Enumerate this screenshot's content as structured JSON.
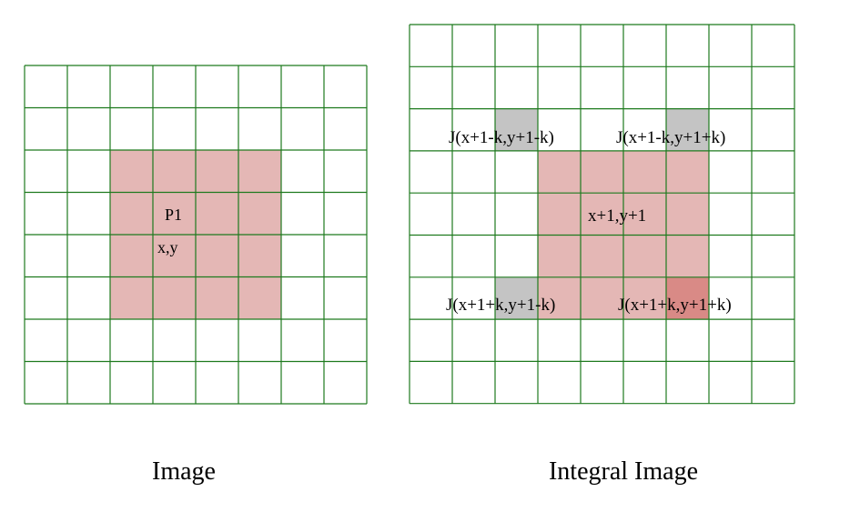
{
  "colors": {
    "grid": "#1e7a1e",
    "region": "#e4b7b5",
    "corner_gray": "#c4c4c4",
    "corner_red": "#d98a86",
    "background": "#ffffff"
  },
  "left_panel": {
    "caption": "Image",
    "rows": 8,
    "cols": 8,
    "region": {
      "row_start": 2,
      "row_end": 5,
      "col_start": 2,
      "col_end": 5
    },
    "point_label": "P1",
    "coord_label": "x,y"
  },
  "right_panel": {
    "caption": "Integral Image",
    "rows": 9,
    "cols": 9,
    "region": {
      "row_start": 3,
      "row_end": 6,
      "col_start": 3,
      "col_end": 6
    },
    "corner_cells": [
      {
        "row": 2,
        "col": 2,
        "style": "gray"
      },
      {
        "row": 2,
        "col": 6,
        "style": "gray"
      },
      {
        "row": 6,
        "col": 2,
        "style": "gray"
      },
      {
        "row": 6,
        "col": 6,
        "style": "red"
      }
    ],
    "center_label": "x+1,y+1",
    "label_top_left": "J(x+1-k,y+1-k)",
    "label_top_right": "J(x+1-k,y+1+k)",
    "label_bottom_left": "J(x+1+k,y+1-k)",
    "label_bottom_right": "J(x+1+k,y+1+k)"
  }
}
